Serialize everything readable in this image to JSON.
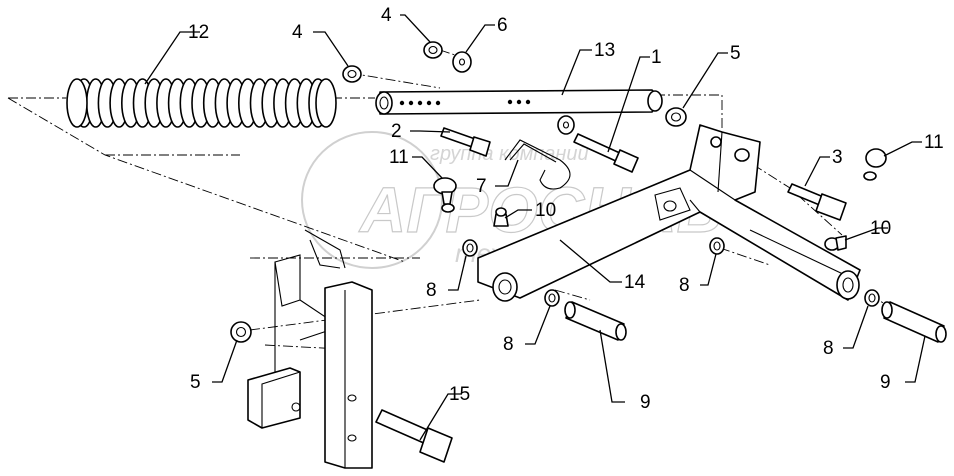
{
  "watermark": {
    "line1": "группа компаний",
    "line2": "АГРОСНАБ",
    "line3": "техсервис"
  },
  "callouts": [
    {
      "id": "c12",
      "text": "12"
    },
    {
      "id": "c4a",
      "text": "4"
    },
    {
      "id": "c4b",
      "text": "4"
    },
    {
      "id": "c6",
      "text": "6"
    },
    {
      "id": "c13",
      "text": "13"
    },
    {
      "id": "c1",
      "text": "1"
    },
    {
      "id": "c5a",
      "text": "5"
    },
    {
      "id": "c2",
      "text": "2"
    },
    {
      "id": "c11a",
      "text": "11"
    },
    {
      "id": "c7",
      "text": "7"
    },
    {
      "id": "c10a",
      "text": "10"
    },
    {
      "id": "c3",
      "text": "3"
    },
    {
      "id": "c11b",
      "text": "11"
    },
    {
      "id": "c10b",
      "text": "10"
    },
    {
      "id": "c8a",
      "text": "8"
    },
    {
      "id": "c14",
      "text": "14"
    },
    {
      "id": "c8b",
      "text": "8"
    },
    {
      "id": "c8c",
      "text": "8"
    },
    {
      "id": "c8d",
      "text": "8"
    },
    {
      "id": "c9a",
      "text": "9"
    },
    {
      "id": "c9b",
      "text": "9"
    },
    {
      "id": "c5b",
      "text": "5"
    },
    {
      "id": "c15",
      "text": "15"
    }
  ]
}
